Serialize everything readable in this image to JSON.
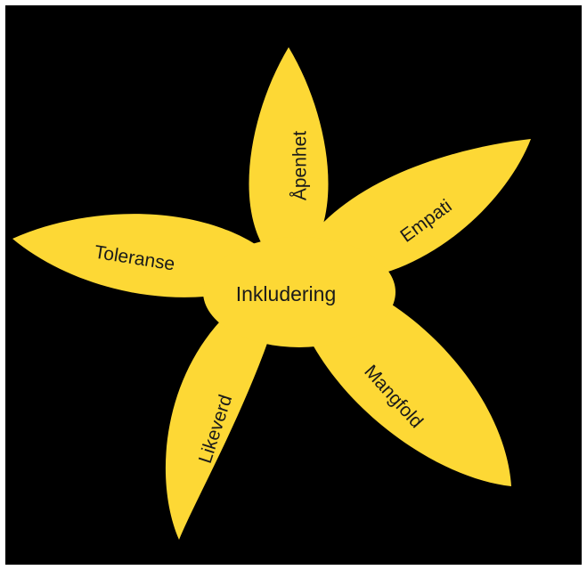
{
  "colors": {
    "background": "#000000",
    "petal_fill": "#fdd835",
    "text": "#1a1a1a"
  },
  "flower": {
    "center_label": "Inkludering",
    "petals": [
      {
        "id": "apenhet",
        "label": "Åpenhet"
      },
      {
        "id": "empati",
        "label": "Empati"
      },
      {
        "id": "mangfold",
        "label": "Mangfold"
      },
      {
        "id": "likeverd",
        "label": "Likeverd"
      },
      {
        "id": "toleranse",
        "label": "Toleranse"
      }
    ]
  }
}
